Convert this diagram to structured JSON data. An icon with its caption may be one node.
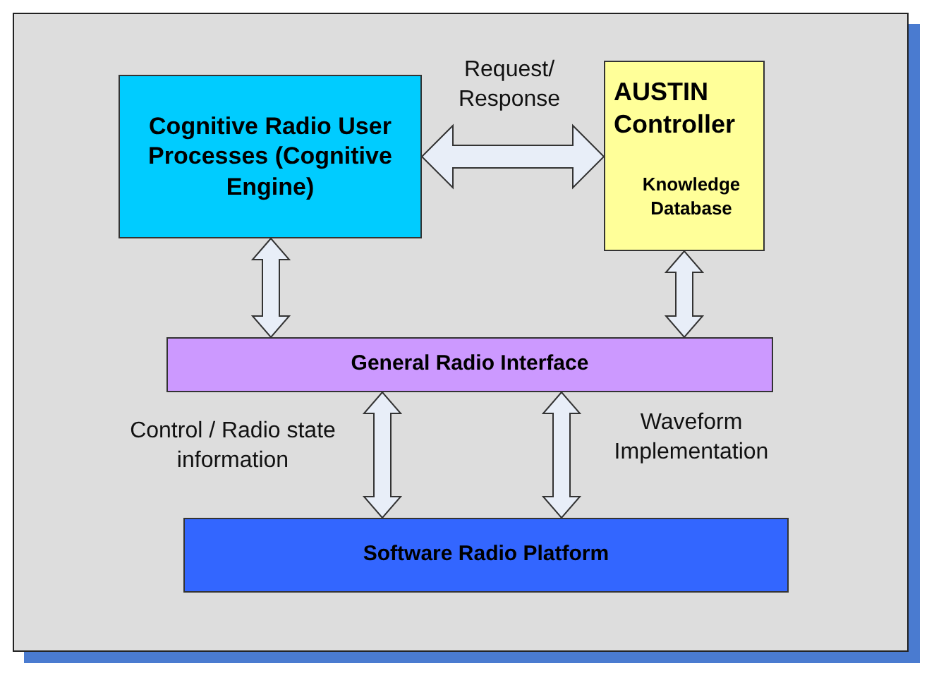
{
  "diagram": {
    "nodes": [
      {
        "text": [
          "Cognitive Radio User Processes (Cognitive Engine)"
        ]
      },
      {
        "text": [
          "AUSTIN Controller",
          "Knowledge Database"
        ]
      },
      {
        "text": [
          "General Radio Interface"
        ]
      },
      {
        "text": [
          "Software Radio Platform"
        ]
      }
    ],
    "edges": [
      {
        "from": 0,
        "to": 1,
        "arrow": "both",
        "label": "Request/ Response"
      },
      {
        "from": 0,
        "to": 2,
        "arrow": "both"
      },
      {
        "from": 1,
        "to": 2,
        "arrow": "both"
      },
      {
        "from": 2,
        "to": 3,
        "arrow": "both",
        "label": "Control / Radio state information"
      },
      {
        "from": 2,
        "to": 3,
        "arrow": "both",
        "label": "Waveform Implementation"
      }
    ]
  }
}
